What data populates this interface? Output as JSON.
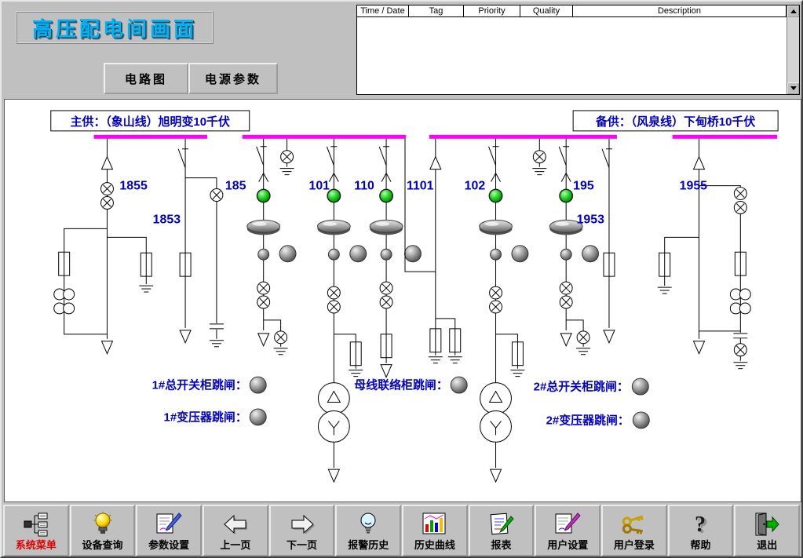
{
  "window": {
    "title": "高压配电间画面"
  },
  "nav": {
    "circuit_btn": "电路图",
    "power_params_btn": "电源参数"
  },
  "alarm_table": {
    "columns": [
      "Time / Date",
      "Tag",
      "Priority",
      "Quality",
      "Description"
    ]
  },
  "diagram": {
    "main_supply": "主供：（象山线）旭明变10千伏",
    "backup_supply": "备供：（风泉线）下甸桥10千伏",
    "feeders": {
      "f1855": "1855",
      "f1853": "1853",
      "f185": "185",
      "f101": "101",
      "f110": "110",
      "f1101": "1101",
      "f102": "102",
      "f195": "195",
      "f1953": "1953",
      "f1955": "1955"
    },
    "trips": {
      "main1": "1#总开关柜跳闸：",
      "xfmr1": "1#变压器跳闸：",
      "bustie": "母线联络柜跳闸：",
      "main2": "2#总开关柜跳闸：",
      "xfmr2": "2#变压器跳闸："
    },
    "colors": {
      "busbar": "#ff00ff",
      "label_blue": "#0000c8",
      "indicator_on": "#00c000",
      "title_blue": "#00b4f0"
    }
  },
  "toolbar": {
    "buttons": [
      {
        "label": "系统菜单"
      },
      {
        "label": "设备查询"
      },
      {
        "label": "参数设置"
      },
      {
        "label": "上一页"
      },
      {
        "label": "下一页"
      },
      {
        "label": "报警历史"
      },
      {
        "label": "历史曲线"
      },
      {
        "label": "报表"
      },
      {
        "label": "用户设置"
      },
      {
        "label": "用户登录"
      },
      {
        "label": "帮助",
        "glyph": "?"
      },
      {
        "label": "退出"
      }
    ]
  }
}
